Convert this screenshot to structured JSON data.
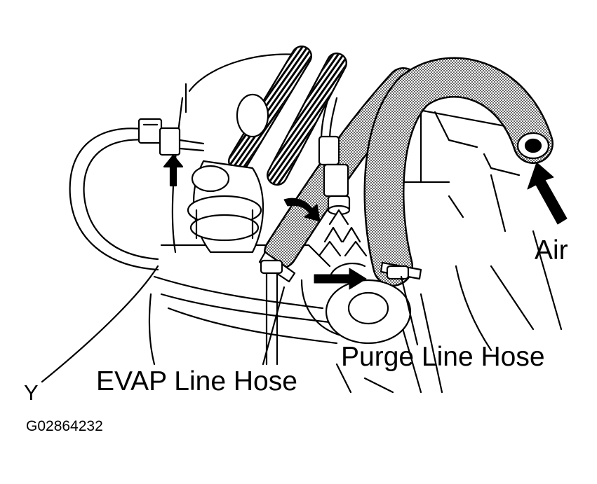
{
  "labels": {
    "air": "Air",
    "purge_line_hose": "Purge Line Hose",
    "evap_line_hose": "EVAP Line Hose",
    "y": "Y",
    "figure_code": "G02864232"
  },
  "colors": {
    "ink": "#000000",
    "paper": "#ffffff",
    "hose_fill": "#8c8c8c"
  }
}
